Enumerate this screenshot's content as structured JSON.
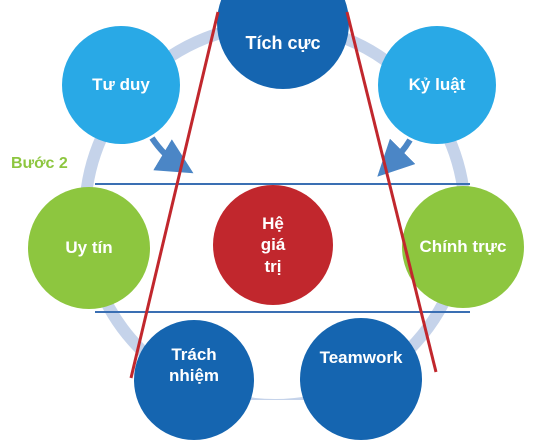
{
  "step_label": "Bước 2",
  "colors": {
    "step_label": "#8dc63f",
    "ring": "#c5d3ea",
    "arrow": "#4b86c6",
    "horizontal_lines": "#3a6fb3",
    "triangle_lines": "#c1272d",
    "dark_blue": "#1565b0",
    "light_blue": "#29a9e6",
    "green": "#8dc63f",
    "red": "#c1272d"
  },
  "nodes": {
    "tich_cuc": "Tích cực",
    "tu_duy": "Tư duy",
    "ky_luat": "Kỷ luật",
    "uy_tin": "Uy tín",
    "he_gia_tri": [
      "Hệ",
      "giá",
      "trị"
    ],
    "chinh_truc": "Chính trực",
    "trach_nhiem": [
      "Trách",
      "nhiệm"
    ],
    "teamwork": "Teamwork"
  }
}
